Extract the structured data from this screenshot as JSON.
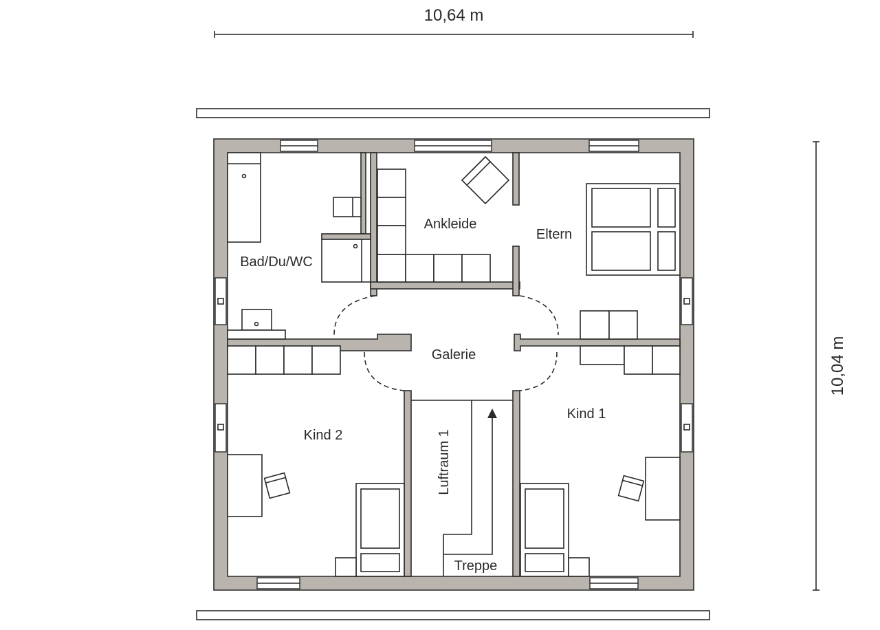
{
  "dimensions": {
    "width": "10,64 m",
    "height": "10,04 m"
  },
  "rooms": {
    "bad": "Bad/Du/WC",
    "ankleide": "Ankleide",
    "eltern": "Eltern",
    "galerie": "Galerie",
    "kind1": "Kind 1",
    "kind2": "Kind 2",
    "luftraum": "Luftraum 1",
    "treppe": "Treppe"
  },
  "colors": {
    "wall_fill": "#b9b4ae",
    "line": "#2a2a2a",
    "background": "#ffffff"
  }
}
